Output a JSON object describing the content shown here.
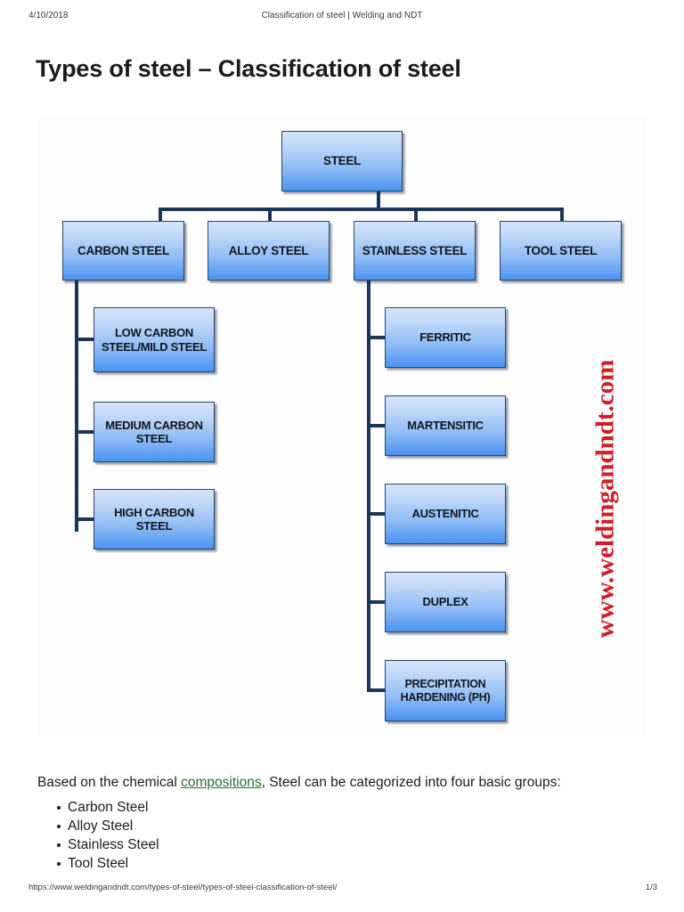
{
  "print_header": {
    "date": "4/10/2018",
    "title": "Classification of steel | Welding and NDT"
  },
  "page_heading": "Types of steel – Classification of steel",
  "diagram": {
    "root": {
      "label": "STEEL"
    },
    "level1": [
      {
        "label": "CARBON STEEL"
      },
      {
        "label": "ALLOY STEEL"
      },
      {
        "label": "STAINLESS STEEL"
      },
      {
        "label": "TOOL STEEL"
      }
    ],
    "carbon_children": [
      {
        "label": "LOW CARBON STEEL/MILD STEEL"
      },
      {
        "label": "MEDIUM CARBON STEEL"
      },
      {
        "label": "HIGH CARBON STEEL"
      }
    ],
    "stainless_children": [
      {
        "label": "FERRITIC"
      },
      {
        "label": "MARTENSITIC"
      },
      {
        "label": "AUSTENITIC"
      },
      {
        "label": "DUPLEX"
      },
      {
        "label": "PRECIPITATION HARDENING (PH)"
      }
    ],
    "colors": {
      "node_top": "#d5e4fa",
      "node_bottom": "#4a93f1",
      "node_border": "#26476b",
      "connector": "#1d3557",
      "canvas": "#fdfdfe"
    }
  },
  "watermark": {
    "text": "www.weldingandndt.com",
    "color": "#cc2027"
  },
  "body": {
    "paragraph_before_link": "Based on the chemical ",
    "link_text": "compositions",
    "paragraph_after_link": ", Steel can be categorized into four basic groups:",
    "bullets": [
      "Carbon Steel",
      "Alloy Steel",
      "Stainless Steel",
      "Tool Steel"
    ],
    "link_color": "#2f6b2f"
  },
  "print_footer": {
    "url": "https://www.weldingandndt.com/types-of-steel/types-of-steel-classification-of-steel/",
    "page": "1/3"
  }
}
